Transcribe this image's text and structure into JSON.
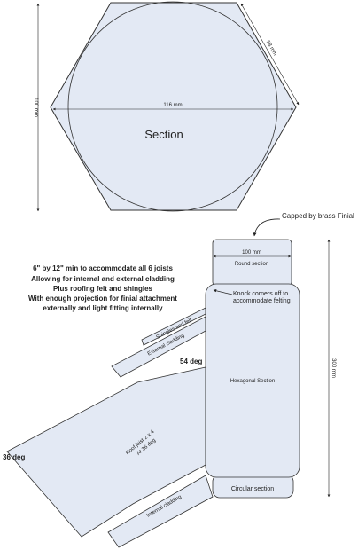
{
  "hexagon": {
    "section_label": "Section",
    "width_dim": "116 mm",
    "height_dim": "100 mm",
    "side_dim": "58 mm"
  },
  "callouts": {
    "finial": "Capped by brass Finial",
    "knock_corners_line1": "Knock corners off to",
    "knock_corners_line2": "accommodate felting"
  },
  "note_lines": [
    "6\" by 12\" min to accommodate all 6 joists",
    "Allowing for internal and external cladding",
    "Plus roofing felt and shingles",
    "With enough projection for finial attachment",
    "externally and light fitting internally"
  ],
  "post": {
    "width_dim": "100 mm",
    "round_section": "Round section",
    "hexagonal_section": "Hexagonal Section",
    "circular_section": "Circular section",
    "height_dim": "300 mm"
  },
  "roof": {
    "shingles": "Shingles and felt",
    "external_cladding": "External cladding",
    "joist_line1": "Roof joist 2 x 4",
    "joist_line2": "At 36 deg",
    "internal_cladding": "Internal cladding",
    "angle_54": "54 deg",
    "angle_36": "36 deg"
  },
  "colors": {
    "fill": "#e3e9f4",
    "stroke": "#333333"
  }
}
